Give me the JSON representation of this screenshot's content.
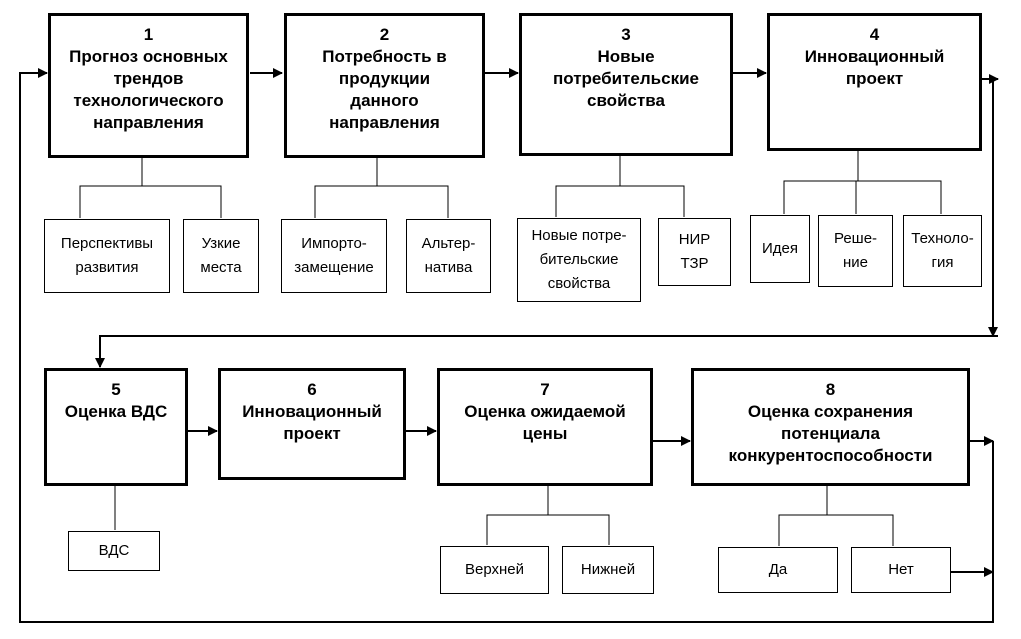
{
  "blocks": [
    {
      "number": "1",
      "label": "Прогноз основных\nтрендов\nтехнологического\nнаправления"
    },
    {
      "number": "2",
      "label": "Потребность в\nпродукции\nданного\nнаправления"
    },
    {
      "number": "3",
      "label": "Новые\nпотребительские\nсвойства"
    },
    {
      "number": "4",
      "label": "Инновационный\nпроект"
    },
    {
      "number": "5",
      "label": "Оценка ВДС"
    },
    {
      "number": "6",
      "label": "Инновационный\nпроект"
    },
    {
      "number": "7",
      "label": "Оценка ожидаемой\nцены"
    },
    {
      "number": "8",
      "label": "Оценка сохранения\nпотенциала\nконкурентоспособности"
    }
  ],
  "subitems": {
    "b1": [
      "Перспективы\nразвития",
      "Узкие\nместа"
    ],
    "b2": [
      "Импорто-\nзамещение",
      "Альтер-\nнатива"
    ],
    "b3": [
      "Новые потре-\nбительские\nсвойства",
      "НИР\nТЗР"
    ],
    "b4": [
      "Идея",
      "Реше-\nние",
      "Техноло-\nгия"
    ],
    "b5": [
      "ВДС"
    ],
    "b7": [
      "Верхней",
      "Нижней"
    ],
    "b8": [
      "Да",
      "Нет"
    ]
  }
}
